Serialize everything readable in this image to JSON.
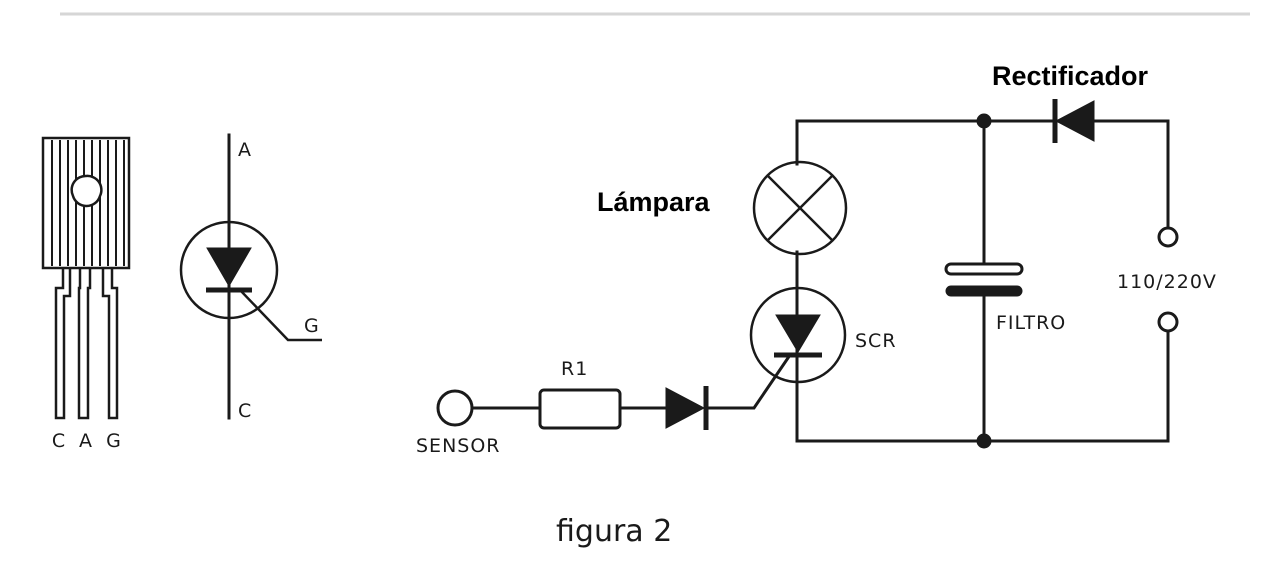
{
  "pinout": {
    "pins": [
      "C",
      "A",
      "G"
    ]
  },
  "symbol": {
    "anode": "A",
    "cathode": "C",
    "gate": "G"
  },
  "circuit": {
    "rectifier": "Rectificador",
    "lamp": "Lámpara",
    "supply": "110/220V",
    "filter": "FILTRO",
    "scr": "SCR",
    "resistor": "R1",
    "sensor": "SENSOR"
  },
  "caption": "figura 2",
  "colors": {
    "ink": "#1a1a1a",
    "background": "#ffffff"
  }
}
